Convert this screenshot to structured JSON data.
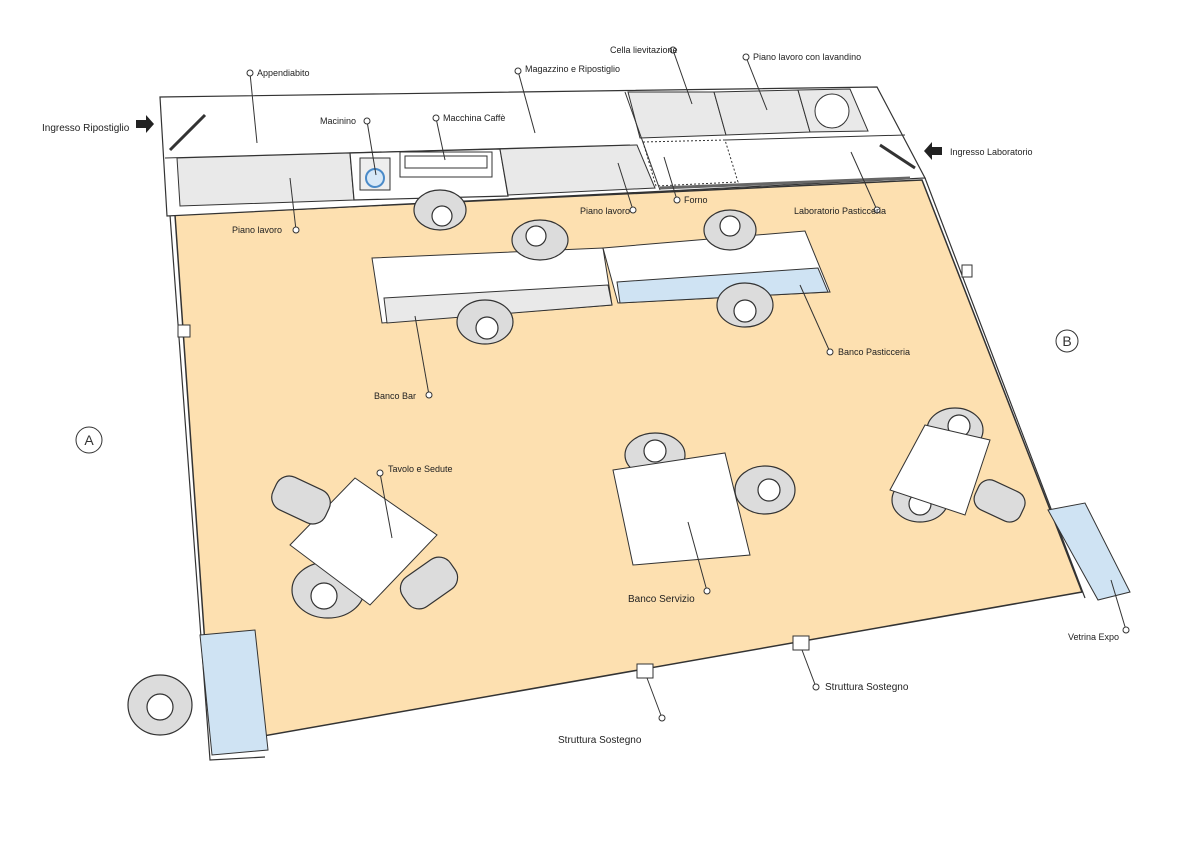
{
  "labels": {
    "ingresso_ripostiglio": "Ingresso Ripostiglio",
    "appendiabito": "Appendiabito",
    "magazzino": "Magazzino e Ripostiglio",
    "macinino": "Macinino",
    "macchina_caffe": "Macchina Caffè",
    "cella": "Cella lievitazione",
    "piano_lavandino": "Piano lavoro con lavandino",
    "ingresso_laboratorio": "Ingresso Laboratorio",
    "piano_lavoro_1": "Piano lavoro",
    "piano_lavoro_2": "Piano lavoro",
    "forno": "Forno",
    "laboratorio": "Laboratorio Pasticceria",
    "banco_bar": "Banco Bar",
    "banco_pasticceria": "Banco Pasticceria",
    "tavolo": "Tavolo e Sedute",
    "banco_servizio": "Banco Servizio",
    "vetrina": "Vetrina Expo",
    "struttura_1": "Struttura Sostegno",
    "struttura_2": "Struttura Sostegno",
    "marker_a": "A",
    "marker_b": "B"
  },
  "colors": {
    "floor": "#fde0b0",
    "glass": "#cfe3f3",
    "counter": "#e9e9e9"
  }
}
